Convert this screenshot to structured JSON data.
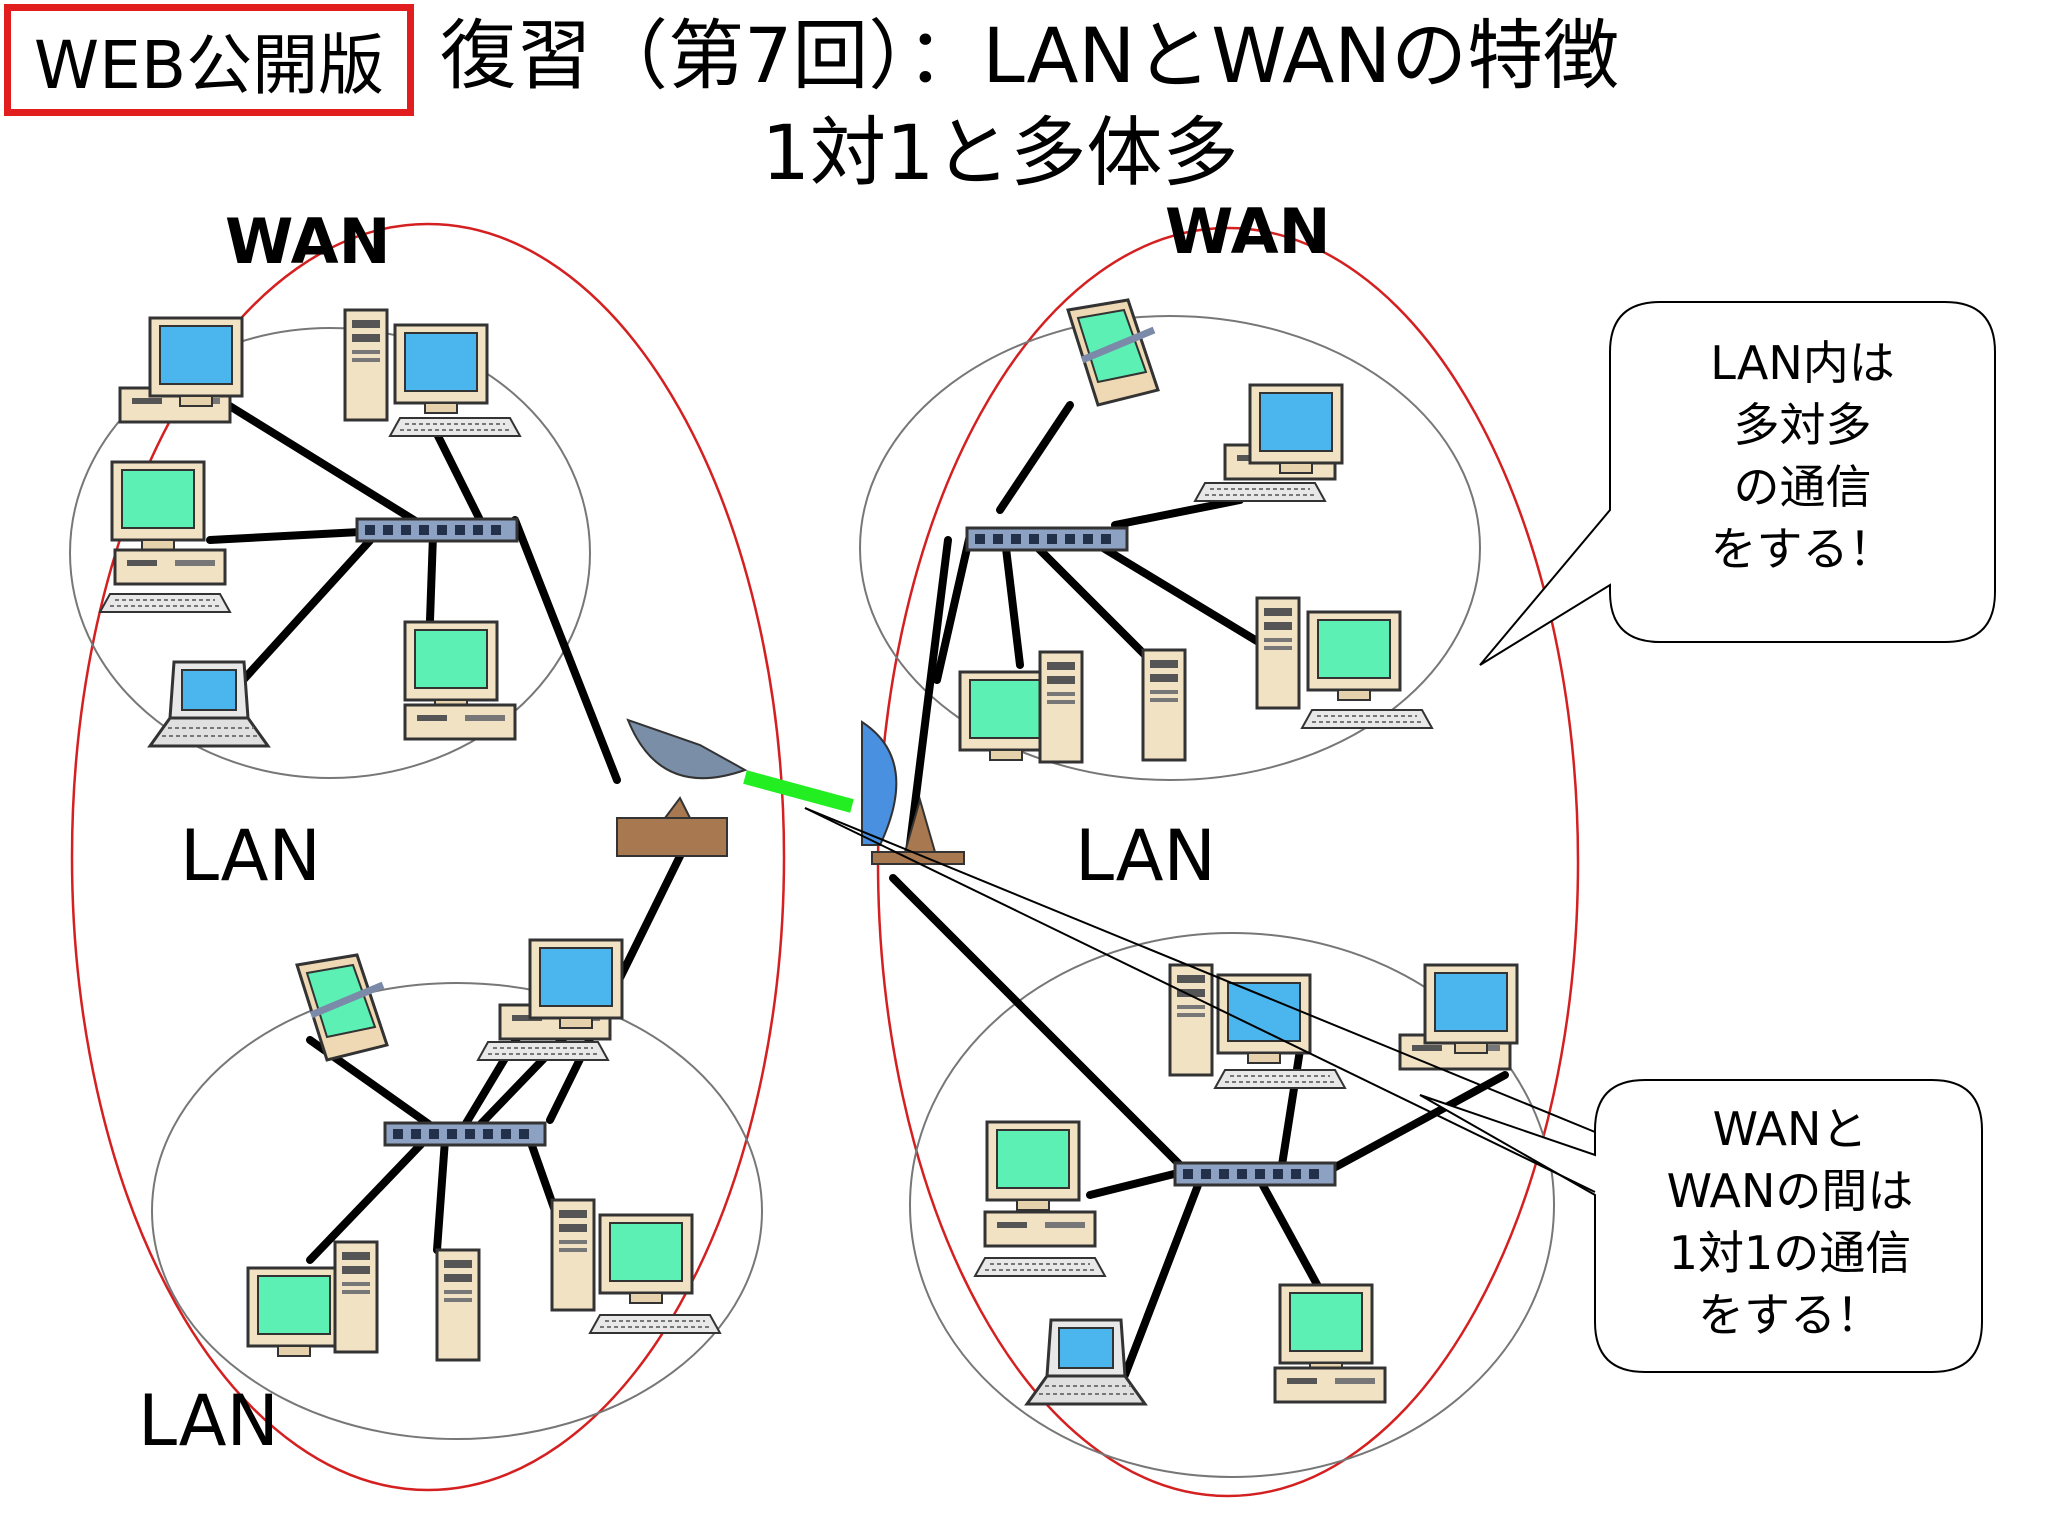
{
  "badge": "WEB公開版",
  "title_line1": "復習（第7回）：LANとWANの特徴",
  "title_line2": "1対1と多体多",
  "wan_left_label": "WAN",
  "wan_right_label": "WAN",
  "lan_labels": [
    "LAN",
    "LAN",
    "LAN"
  ],
  "callout_lan": [
    "LAN内は",
    "多対多",
    "の通信",
    "をする！"
  ],
  "callout_wan": [
    "WANと",
    "WANの間は",
    "1対1の通信",
    "をする！"
  ],
  "colors": {
    "ellipse": "#d42020",
    "link": "#000000",
    "wireless": "#22ee22"
  }
}
